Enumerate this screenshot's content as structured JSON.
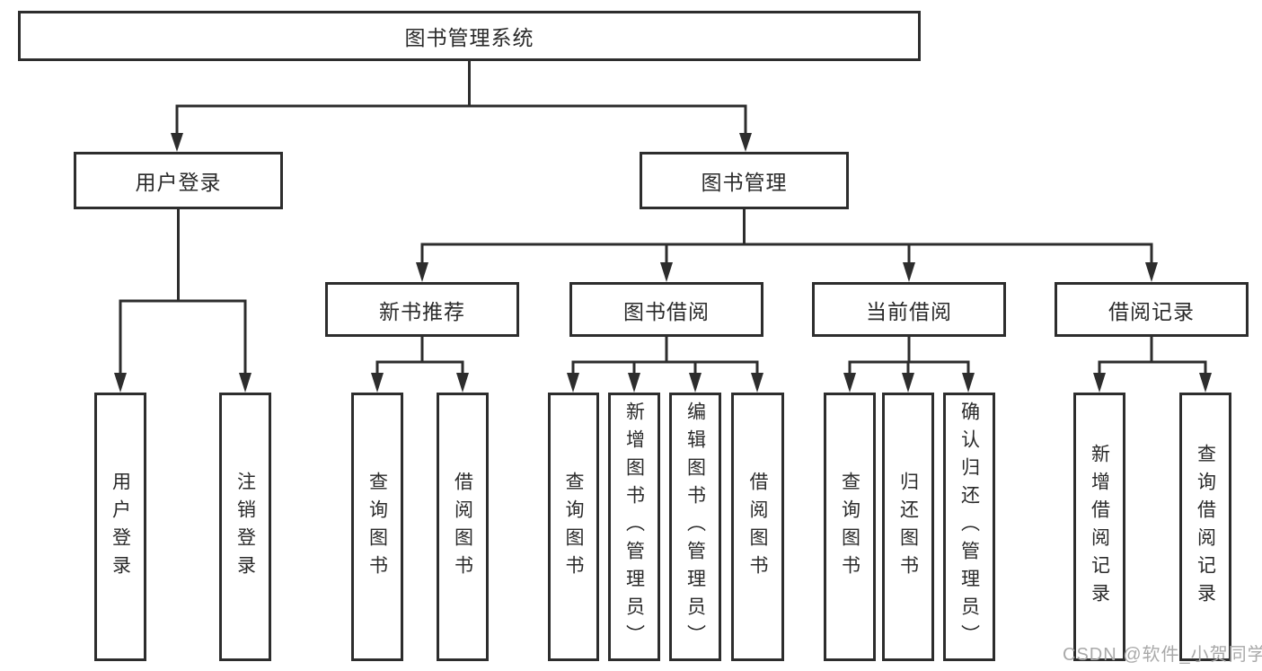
{
  "tree": {
    "root": "图书管理系统",
    "branches": [
      {
        "label": "用户登录",
        "children": [
          "用户登录",
          "注销登录"
        ]
      },
      {
        "label": "图书管理",
        "groups": [
          {
            "label": "新书推荐",
            "children": [
              "查询图书",
              "借阅图书"
            ]
          },
          {
            "label": "图书借阅",
            "children": [
              "查询图书",
              "新增图书（管理员）",
              "编辑图书（管理员）",
              "借阅图书"
            ]
          },
          {
            "label": "当前借阅",
            "children": [
              "查询图书",
              "归还图书",
              "确认归还（管理员）"
            ]
          },
          {
            "label": "借阅记录",
            "children": [
              "新增借阅记录",
              "查询借阅记录"
            ]
          }
        ]
      }
    ]
  },
  "watermark": "CSDN @软件_小贺同学",
  "colors": {
    "line": "#2d2d2d",
    "box_border": "#2d2d2d",
    "text": "#2a2a2a",
    "background": "#ffffff",
    "watermark": "#a9a9a9"
  }
}
